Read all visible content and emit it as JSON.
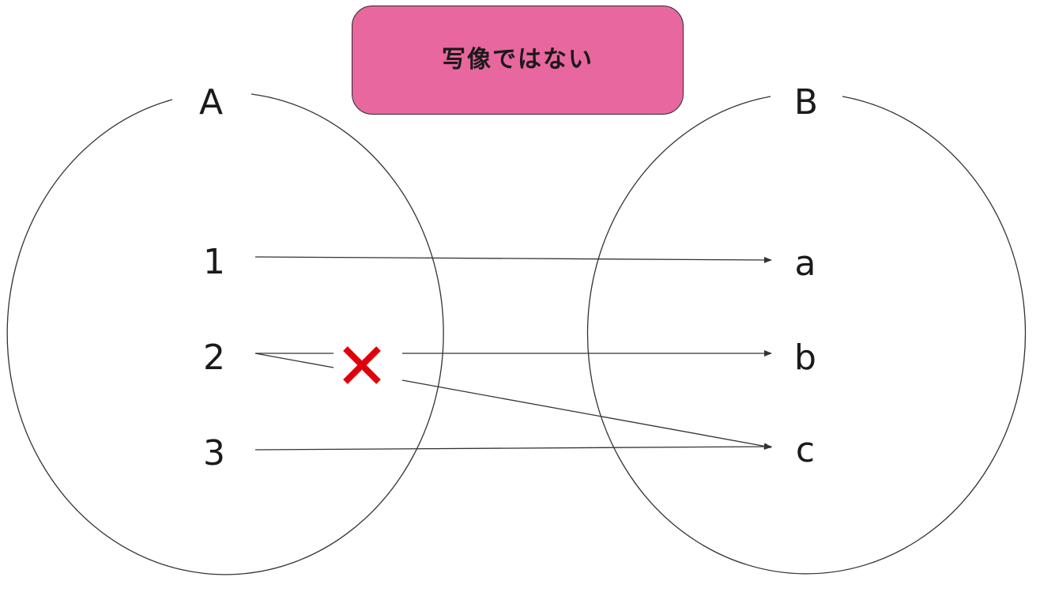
{
  "title": "写像ではない",
  "set_a": {
    "label": "A",
    "elements": [
      "1",
      "2",
      "3"
    ]
  },
  "set_b": {
    "label": "B",
    "elements": [
      "a",
      "b",
      "c"
    ]
  },
  "mappings": [
    {
      "from": "1",
      "to": "a"
    },
    {
      "from": "2",
      "to": "b"
    },
    {
      "from": "2",
      "to": "c"
    },
    {
      "from": "3",
      "to": "c"
    }
  ],
  "cross_mark": "×",
  "colors": {
    "title_bg": "#e8679f",
    "cross": "#e0000b",
    "line": "#333333"
  }
}
